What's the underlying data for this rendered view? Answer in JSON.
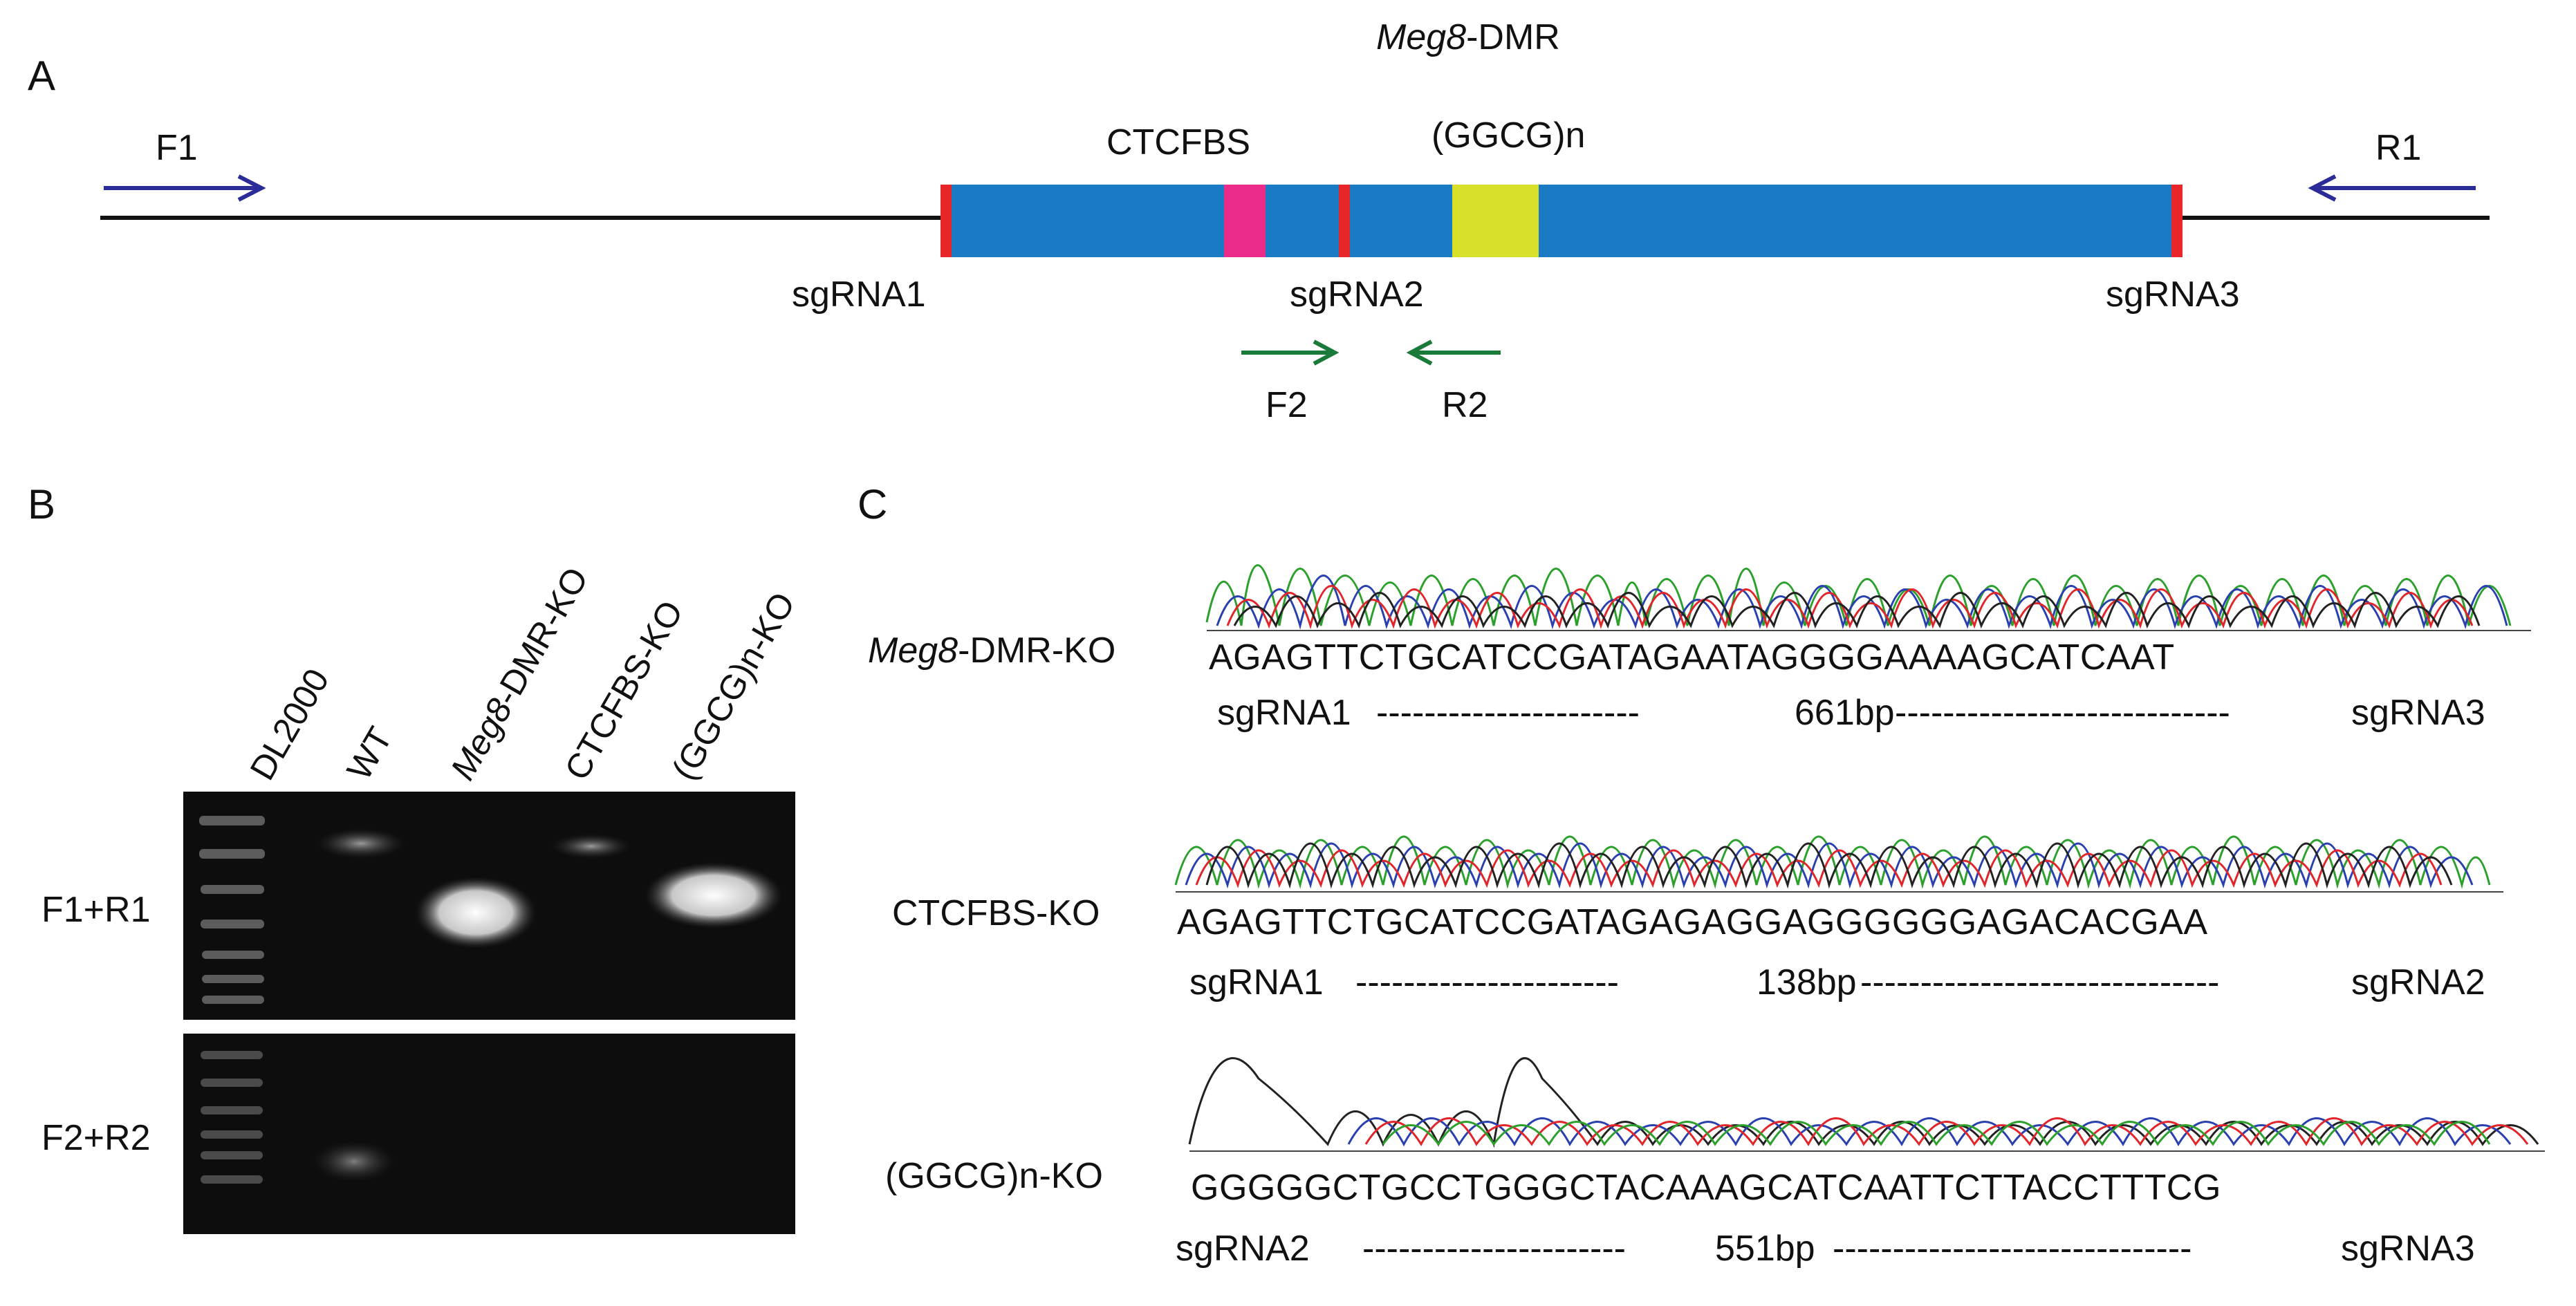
{
  "panels": {
    "a": "A",
    "b": "B",
    "c": "C"
  },
  "panel_a": {
    "title_italic": "Meg8",
    "title_rest": "-DMR",
    "f1": "F1",
    "r1": "R1",
    "f2": "F2",
    "r2": "R2",
    "ctcfbs": "CTCFBS",
    "ggcg": "(GGCG)n",
    "sgrna1": "sgRNA1",
    "sgrna2": "sgRNA2",
    "sgrna3": "sgRNA3",
    "colors": {
      "dmr": "#1a7ac4",
      "ctcfbs": "#ea2b8a",
      "ggcg": "#d8e02a",
      "sgrna": "#e8262a",
      "primer_outer": "#2b2b9a",
      "primer_inner": "#1a7a3a"
    }
  },
  "panel_b": {
    "lanes": [
      {
        "italic": "",
        "rest": "DL2000"
      },
      {
        "italic": "",
        "rest": "WT"
      },
      {
        "italic": "Meg8",
        "rest": "-DMR-KO"
      },
      {
        "italic": "",
        "rest": "CTCFBS-KO"
      },
      {
        "italic": "",
        "rest": "(GGCG)n-KO"
      }
    ],
    "gel1_label": "F1+R1",
    "gel2_label": "F2+R2"
  },
  "panel_c": {
    "rows": [
      {
        "name_italic": "Meg8",
        "name_rest": "-DMR-KO",
        "sequence": "AGAGTTCTGCATCCGATAGAATAGGGGAAAAGCATCAAT",
        "left": "sgRNA1",
        "middle": "661bp",
        "right": "sgRNA3"
      },
      {
        "name_italic": "",
        "name_rest": "CTCFBS-KO",
        "sequence": "AGAGTTCTGCATCCGATAGAGAGGAGGGGGGAGACACGAA",
        "left": "sgRNA1",
        "middle": "138bp",
        "right": "sgRNA2"
      },
      {
        "name_italic": "",
        "name_rest": "(GGCG)n-KO",
        "sequence": "GGGGGCTGCCTGGGCTACAAAGCATCAATTCTTACCTTTCG",
        "left": "sgRNA2",
        "middle": "551bp",
        "right": "sgRNA3"
      }
    ],
    "trace_colors": {
      "A": "#2ca02c",
      "C": "#2a3fb0",
      "G": "#222222",
      "T": "#e0262a"
    }
  }
}
